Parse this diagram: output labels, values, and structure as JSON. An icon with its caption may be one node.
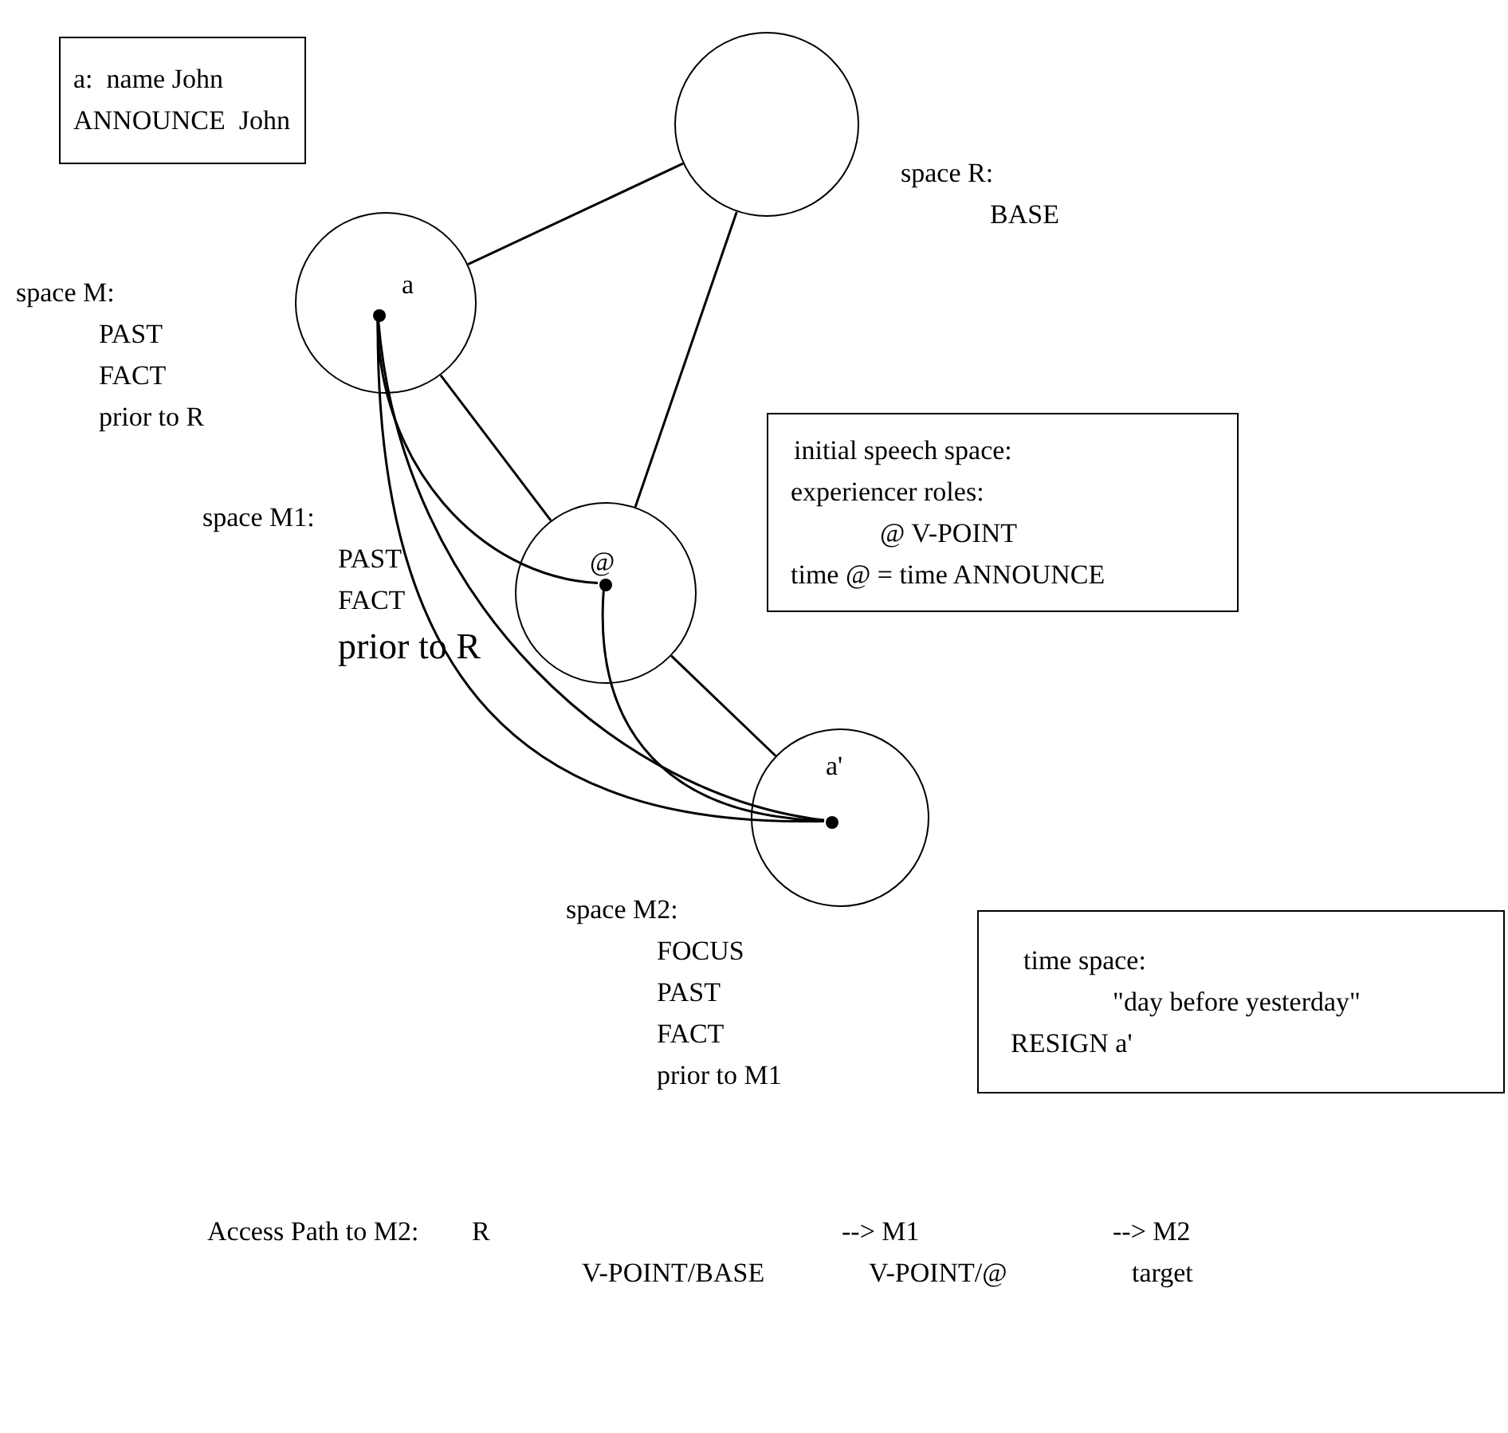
{
  "diagram": {
    "nodes": [
      {
        "text": [
          "a:  name John",
          "ANNOUNCE  John"
        ]
      },
      {
        "text": [],
        "shape": "circle",
        "beside": [
          "space R:",
          "BASE"
        ]
      },
      {
        "text": [
          "a"
        ],
        "beside": [
          "space M:",
          "PAST",
          "FACT",
          "prior to R"
        ]
      },
      {
        "text": [],
        "shape": "dot",
        "in": 2
      },
      {
        "text": [
          "initial speech space:",
          "experiencer roles:",
          "@ V-POINT",
          "time @ = time ANNOUNCE"
        ]
      },
      {
        "text": [
          "@"
        ],
        "beside": [
          "space M1:",
          "PAST",
          "FACT",
          "prior to R"
        ]
      },
      {
        "text": [],
        "shape": "dot",
        "in": 5
      },
      {
        "text": [
          "a'"
        ],
        "beside": [
          "space M2:",
          "FOCUS",
          "PAST",
          "FACT",
          "prior to M1"
        ]
      },
      {
        "text": [],
        "shape": "dot",
        "in": 7
      },
      {
        "text": [
          "time space:",
          "\"day before yesterday\"",
          "RESIGN a'"
        ]
      }
    ],
    "edges": [
      {
        "from": 2,
        "to": 1,
        "arrow": "none"
      },
      {
        "from": 1,
        "to": 5,
        "arrow": "none"
      },
      {
        "from": 2,
        "to": 5,
        "arrow": "none"
      },
      {
        "from": 5,
        "to": 7,
        "arrow": "none"
      },
      {
        "from": 3,
        "to": 6,
        "arrow": "none"
      },
      {
        "from": 3,
        "to": 8,
        "arrow": "none"
      },
      {
        "from": 3,
        "to": 8,
        "arrow": "none"
      },
      {
        "from": 6,
        "to": 8,
        "arrow": "none"
      }
    ],
    "labels": [
      "Access Path to M2:",
      "R",
      "--> M1",
      "--> M2",
      "V-POINT/BASE",
      "V-POINT/@",
      "target"
    ]
  }
}
